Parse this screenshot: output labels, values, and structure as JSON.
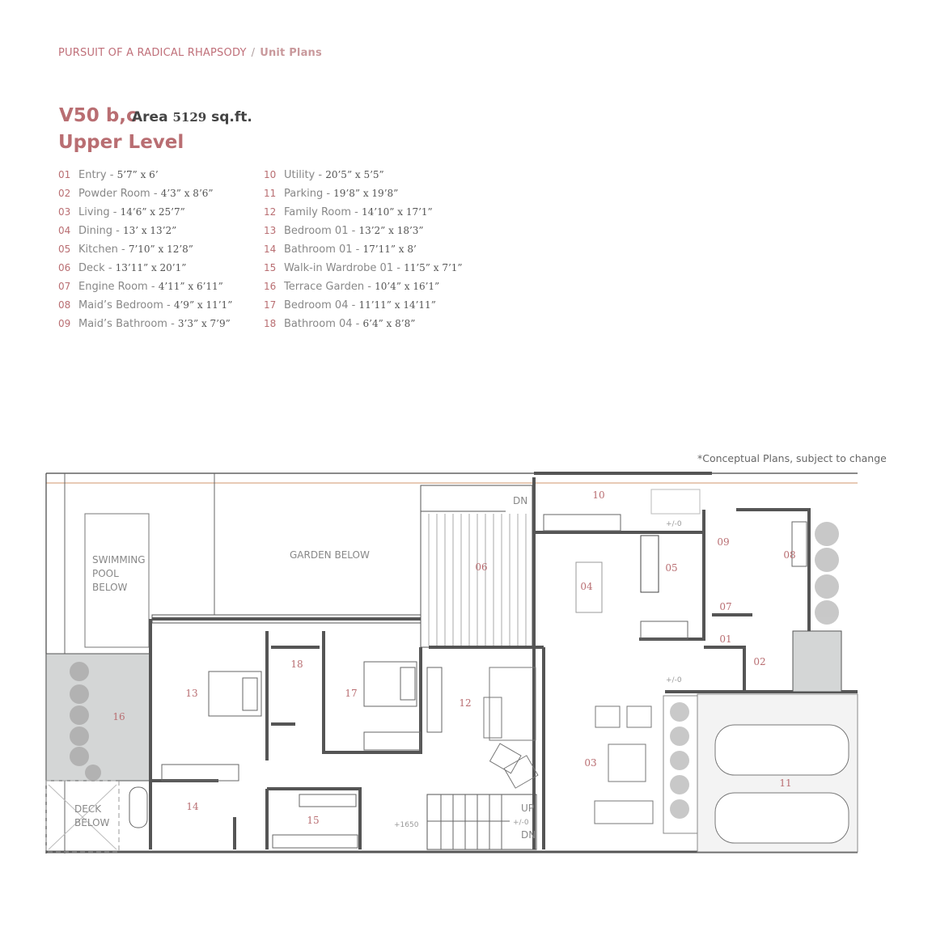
{
  "breadcrumb": {
    "section": "PURSUIT OF A RADICAL RHAPSODY",
    "separator": "/",
    "current": "Unit Plans"
  },
  "unit": {
    "code": "V50 b,c",
    "area_label": "Area",
    "area_value": "5129",
    "area_unit": "sq.ft.",
    "level": "Upper Level"
  },
  "rooms": [
    {
      "num": "01",
      "name": "Entry",
      "dim": "5’7” x 6’"
    },
    {
      "num": "02",
      "name": "Powder Room",
      "dim": "4’3” x 8’6”"
    },
    {
      "num": "03",
      "name": "Living",
      "dim": "14’6” x 25’7”"
    },
    {
      "num": "04",
      "name": "Dining",
      "dim": "13’ x 13’2”"
    },
    {
      "num": "05",
      "name": "Kitchen",
      "dim": "7’10” x 12’8”"
    },
    {
      "num": "06",
      "name": "Deck",
      "dim": "13’11” x 20’1”"
    },
    {
      "num": "07",
      "name": "Engine Room",
      "dim": "4’11” x 6’11”"
    },
    {
      "num": "08",
      "name": "Maid’s Bedroom",
      "dim": "4’9” x 11’1”"
    },
    {
      "num": "09",
      "name": "Maid’s Bathroom",
      "dim": "3’3” x 7’9”"
    },
    {
      "num": "10",
      "name": "Utility",
      "dim": "20’5” x 5’5”"
    },
    {
      "num": "11",
      "name": "Parking",
      "dim": "19’8” x 19’8”"
    },
    {
      "num": "12",
      "name": "Family Room",
      "dim": "14’10” x 17’1”"
    },
    {
      "num": "13",
      "name": "Bedroom 01",
      "dim": "13’2” x 18’3”"
    },
    {
      "num": "14",
      "name": "Bathroom 01",
      "dim": "17’11” x 8’"
    },
    {
      "num": "15",
      "name": "Walk-in Wardrobe 01",
      "dim": "11’5” x 7’1”"
    },
    {
      "num": "16",
      "name": "Terrace Garden",
      "dim": "10’4” x 16’1”"
    },
    {
      "num": "17",
      "name": "Bedroom 04",
      "dim": "11’11” x 14’11”"
    },
    {
      "num": "18",
      "name": "Bathroom 04",
      "dim": "6’4” x 8’8”"
    }
  ],
  "note": "*Conceptual Plans, subject to change",
  "plan": {
    "pool_below": [
      "SWIMMING",
      "POOL",
      "BELOW"
    ],
    "garden_below": "GARDEN BELOW",
    "deck_below": [
      "DECK",
      "BELOW"
    ],
    "stairs_top_dn": "DN",
    "stairs_up": "UP",
    "stairs_dn": "DN",
    "level_utility": "+/-0",
    "level_entry": "+/-0",
    "level_family": "+1650",
    "level_stair": "+/-0"
  },
  "colors": {
    "accent": "#b96e72",
    "wall": "#555555",
    "garden": "#d4d6d6"
  }
}
